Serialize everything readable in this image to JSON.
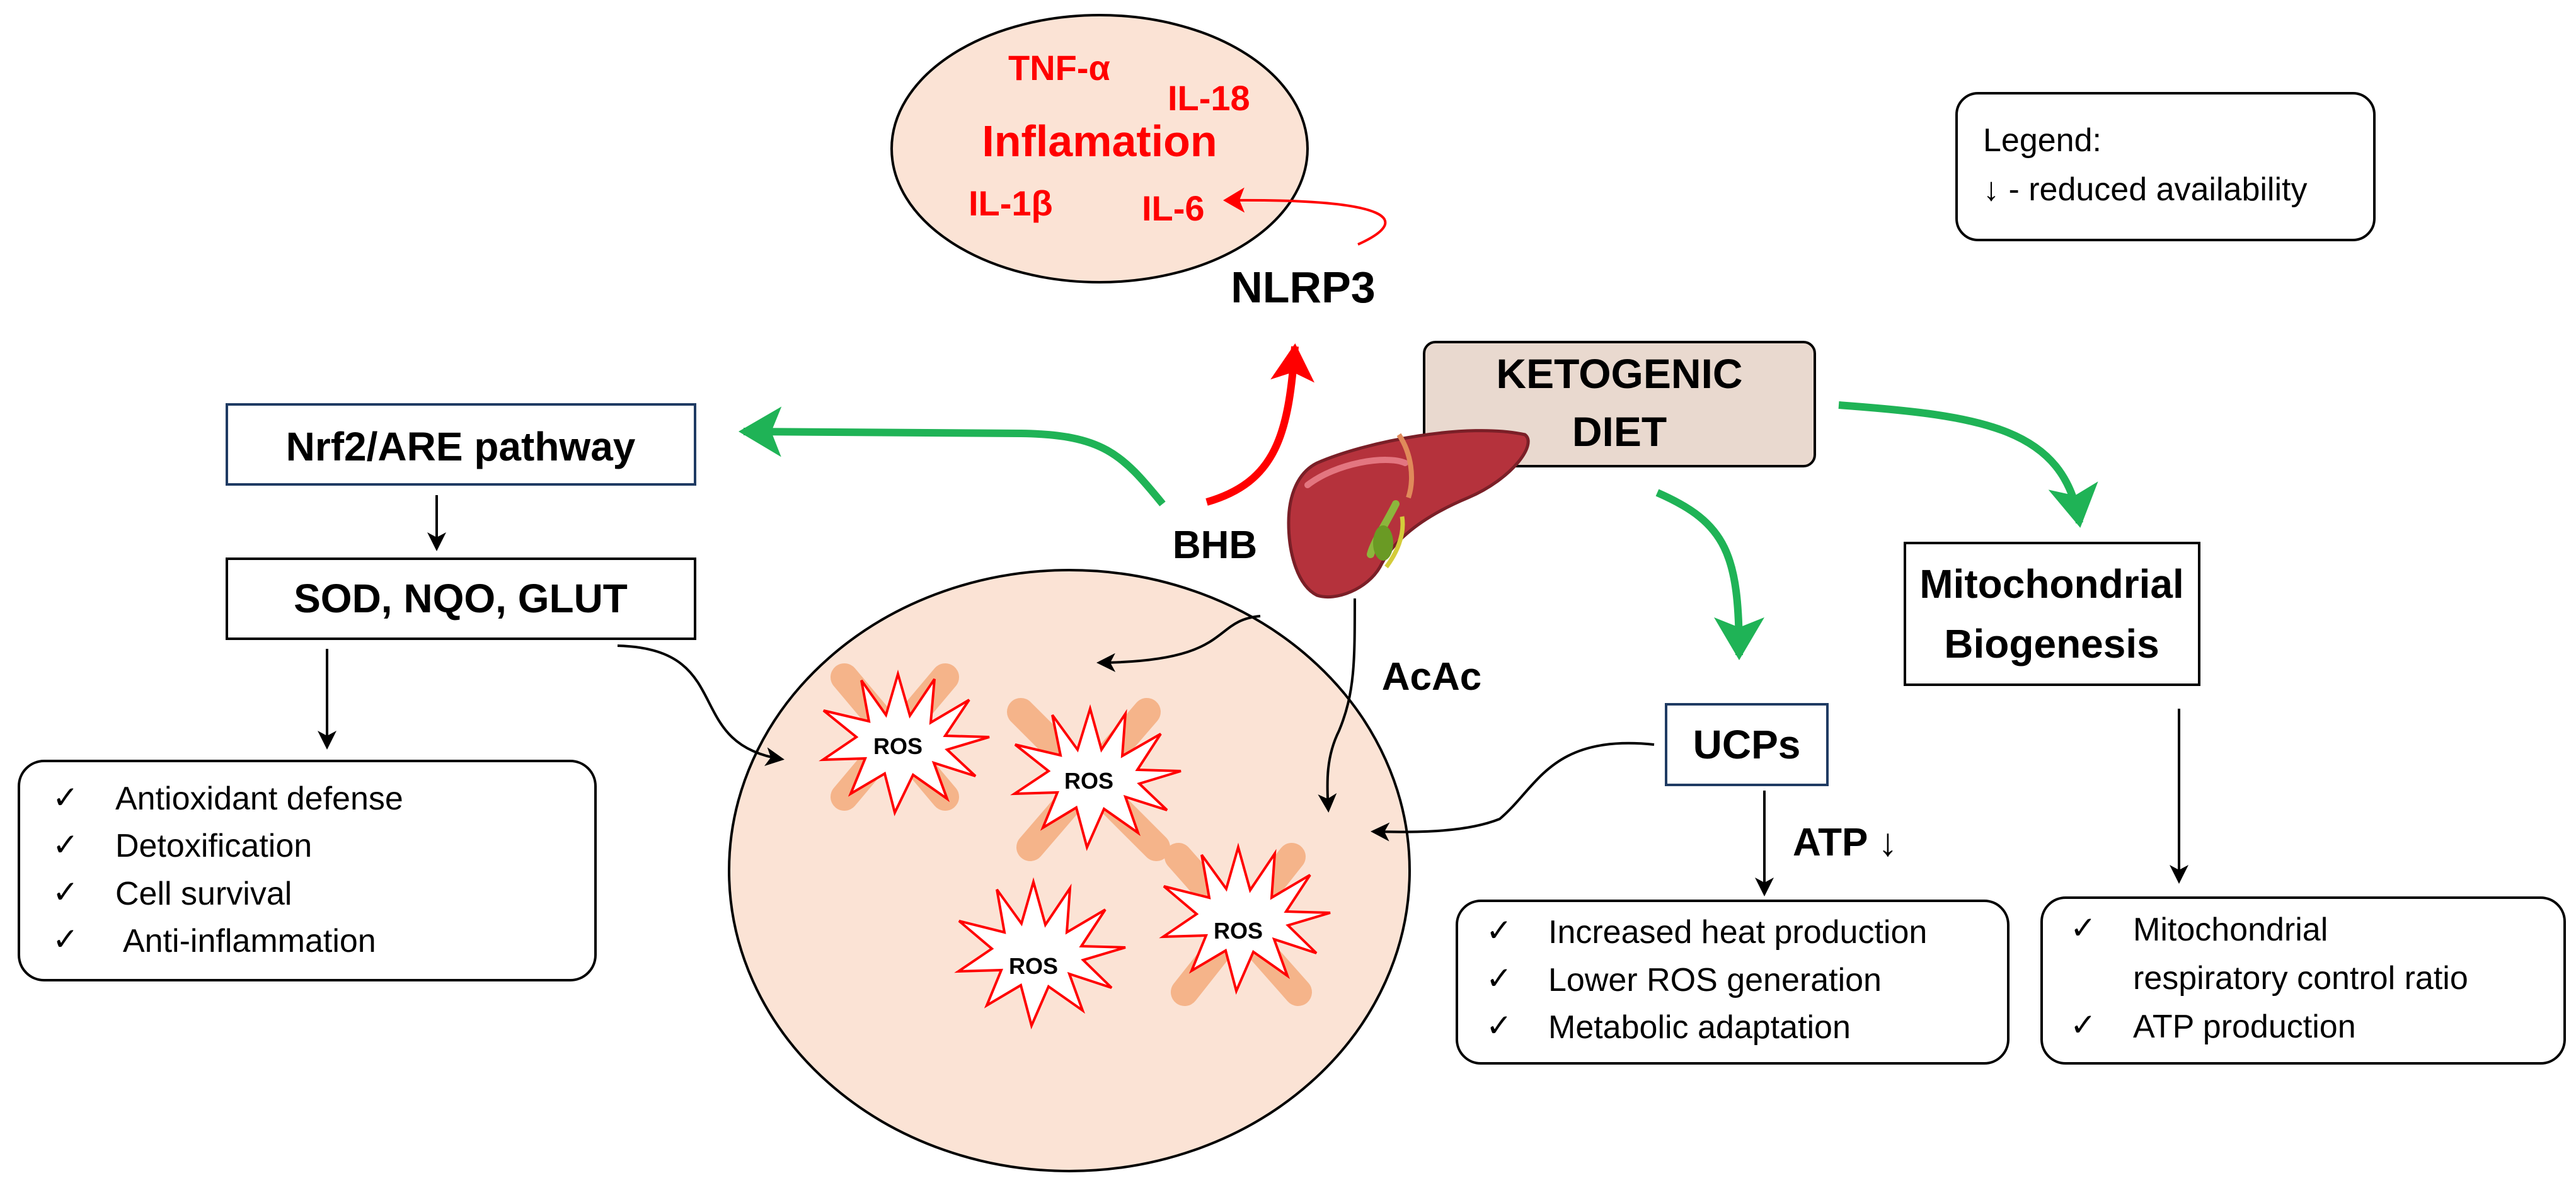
{
  "inflammation": {
    "title": "Inflamation",
    "cytokines": [
      "TNF-α",
      "IL-18",
      "IL-1β",
      "IL-6"
    ]
  },
  "nlrp3": "NLRP3",
  "legend": {
    "heading": "Legend:",
    "entry": "↓ - reduced  availability"
  },
  "ketogenic_diet": [
    "KETOGENIC",
    "DIET"
  ],
  "nrf2": "Nrf2/ARE pathway",
  "sod": "SOD, NQO, GLUT",
  "nrf2_effects": [
    "Antioxidant defense",
    "Detoxification",
    "Cell survival",
    "Anti-inflammation"
  ],
  "bhb": "BHB",
  "acac": "AcAc",
  "ros_label": "ROS",
  "ucps": "UCPs",
  "atp": "ATP ↓",
  "ucp_effects": [
    "Increased heat production",
    "Lower ROS generation",
    "Metabolic adaptation"
  ],
  "mito": [
    "Mitochondrial",
    "Biogenesis"
  ],
  "mito_effects": [
    "Mitochondrial",
    "respiratory control ratio",
    "ATP production"
  ],
  "check_mark": "✓",
  "colors": {
    "cell_fill": "#fbe3d5",
    "inflammation_red": "#ff0000",
    "green_arrow": "#1fb356",
    "keto_fill": "#e9d9cf",
    "ros_cross": "#f5b48a"
  }
}
